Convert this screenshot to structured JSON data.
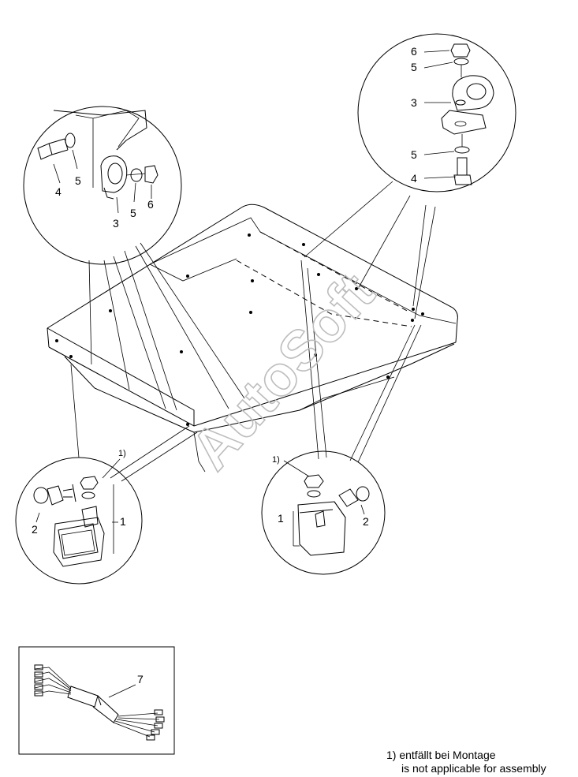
{
  "watermark": "AutoSoft",
  "callouts": {
    "tl_4": "4",
    "tl_5a": "5",
    "tl_3": "3",
    "tl_5b": "5",
    "tl_6": "6",
    "tr_6": "6",
    "tr_5a": "5",
    "tr_3": "3",
    "tr_5b": "5",
    "tr_4": "4",
    "bl_note": "1)",
    "bl_2": "2",
    "bl_1": "1",
    "br_note": "1)",
    "br_1": "1",
    "br_2": "2",
    "box_7": "7"
  },
  "footnote": {
    "line1": "1) entfällt bei Montage",
    "line2": "is not applicable for assembly"
  }
}
